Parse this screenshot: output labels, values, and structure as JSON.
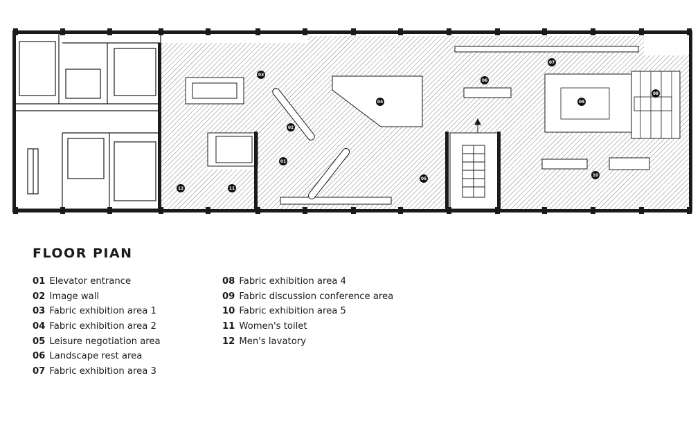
{
  "title": "FLOOR PIAN",
  "legend_left": [
    {
      "num": "01",
      "label": "Elevator entrance"
    },
    {
      "num": "02",
      "label": "Image wall"
    },
    {
      "num": "03",
      "label": "Fabric exhibition area 1"
    },
    {
      "num": "04",
      "label": "Fabric exhibition area 2"
    },
    {
      "num": "05",
      "label": "Leisure negotiation area"
    },
    {
      "num": "06",
      "label": "Landscape rest area"
    },
    {
      "num": "07",
      "label": "Fabric exhibition area 3"
    }
  ],
  "legend_right": [
    {
      "num": "08",
      "label": "Fabric exhibition area 4"
    },
    {
      "num": "09",
      "label": "Fabric discussion conference area"
    },
    {
      "num": "10",
      "label": "Fabric exhibition area 5"
    },
    {
      "num": "11",
      "label": "Women's toilet"
    },
    {
      "num": "12",
      "label": "Men's lavatory"
    }
  ],
  "markers": [
    "01",
    "02",
    "03",
    "04",
    "05",
    "06",
    "07",
    "08",
    "09",
    "10",
    "11",
    "12"
  ],
  "colors": {
    "wall": "#1a1a1a",
    "hatch": "#8a8a8a",
    "background": "#ffffff",
    "marker": "#111111"
  }
}
